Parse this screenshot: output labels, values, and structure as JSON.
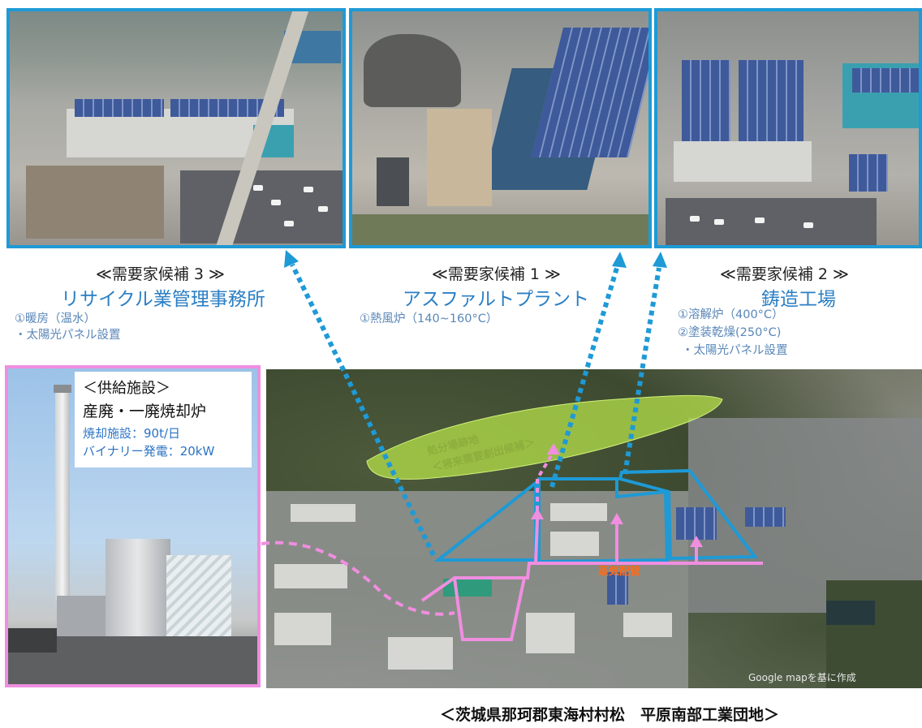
{
  "candidate3": {
    "heading": "≪需要家候補 3 ≫",
    "title": "リサイクル業管理事務所",
    "lines": [
      "①暖房（温水）",
      "・太陽光パネル設置"
    ]
  },
  "candidate1": {
    "heading": "≪需要家候補 1 ≫",
    "title": "アスファルトプラント",
    "lines": [
      "①熱風炉（140~160°C）"
    ]
  },
  "candidate2": {
    "heading": "≪需要家候補 2 ≫",
    "title": "鋳造工場",
    "lines": [
      "①溶解炉（400°C）",
      "②塗装乾燥(250°C)",
      "・太陽光パネル設置"
    ]
  },
  "supply": {
    "heading": "＜供給施設＞",
    "name": "産廃・一廃焼却炉",
    "lines": [
      "焼却施設：90t/日",
      "バイナリー発電：20kW"
    ]
  },
  "map": {
    "landfill_label_1": "処分場跡地",
    "landfill_label_2": "＜将来需要創出候補＞",
    "steam_label": "蒸気配管",
    "credit": "Google mapを基に作成"
  },
  "location": "＜茨城県那珂郡東海村村松　平原南部工業団地＞",
  "colors": {
    "frame_blue": "#1e9ad6",
    "frame_pink": "#f08ee0",
    "title_blue": "#2b7fc4",
    "steam_orange": "#ff6a18",
    "landfill_green": "#b6e24a"
  }
}
